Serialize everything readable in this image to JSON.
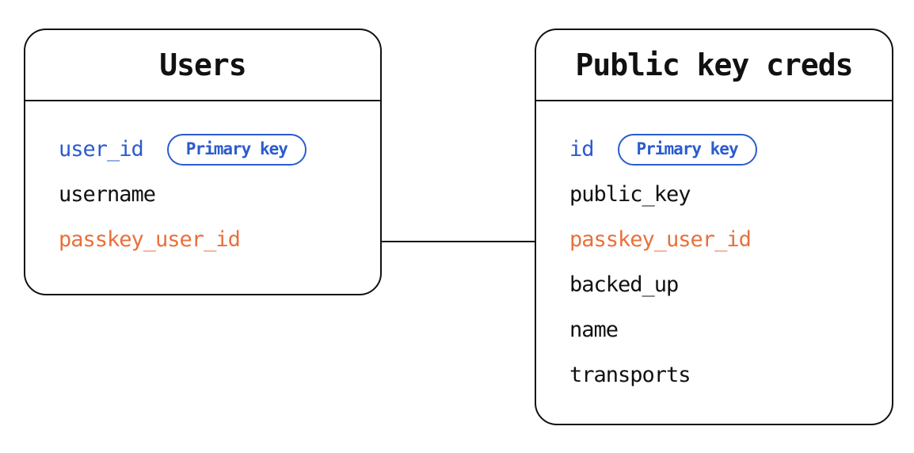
{
  "tables": [
    {
      "title": "Users",
      "fields": [
        {
          "name": "user_id",
          "role": "primary-key",
          "badge": "Primary key"
        },
        {
          "name": "username",
          "role": "plain"
        },
        {
          "name": "passkey_user_id",
          "role": "foreign-key"
        }
      ]
    },
    {
      "title": "Public key creds",
      "fields": [
        {
          "name": "id",
          "role": "primary-key",
          "badge": "Primary key"
        },
        {
          "name": "public_key",
          "role": "plain"
        },
        {
          "name": "passkey_user_id",
          "role": "foreign-key"
        },
        {
          "name": "backed_up",
          "role": "plain"
        },
        {
          "name": "name",
          "role": "plain"
        },
        {
          "name": "transports",
          "role": "plain"
        }
      ]
    }
  ],
  "relationship": {
    "from": "Users.passkey_user_id",
    "to": "Public key creds.passkey_user_id"
  },
  "colors": {
    "primary_key_blue": "#2b5bce",
    "highlight_orange": "#e8703c",
    "line_black": "#111111",
    "background": "#ffffff"
  }
}
